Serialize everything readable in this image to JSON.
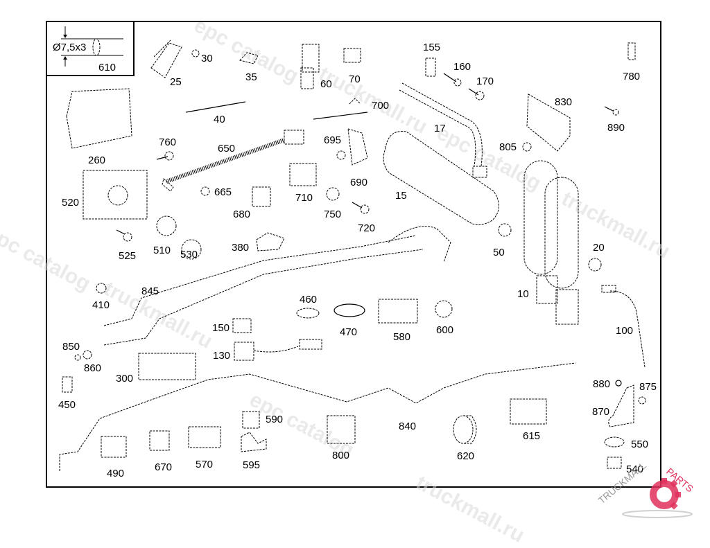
{
  "diagram": {
    "title": "Parts diagram",
    "inset": {
      "dimension_label": "Ø7,5x3",
      "part_number": "610"
    },
    "watermark_text": [
      "epc catalog",
      "truckmall.ru",
      "truckmall.ru epc catalog"
    ],
    "logo": {
      "text_top": "TRUCKMALL",
      "text_side": "PARTS",
      "accent_color": "#e0305c"
    },
    "parts": [
      {
        "id": "25"
      },
      {
        "id": "30"
      },
      {
        "id": "35"
      },
      {
        "id": "40"
      },
      {
        "id": "60"
      },
      {
        "id": "70"
      },
      {
        "id": "155"
      },
      {
        "id": "160"
      },
      {
        "id": "170"
      },
      {
        "id": "780"
      },
      {
        "id": "700"
      },
      {
        "id": "17"
      },
      {
        "id": "830"
      },
      {
        "id": "890"
      },
      {
        "id": "805"
      },
      {
        "id": "260"
      },
      {
        "id": "760"
      },
      {
        "id": "650"
      },
      {
        "id": "695"
      },
      {
        "id": "690"
      },
      {
        "id": "15"
      },
      {
        "id": "520"
      },
      {
        "id": "665"
      },
      {
        "id": "710"
      },
      {
        "id": "680"
      },
      {
        "id": "750"
      },
      {
        "id": "720"
      },
      {
        "id": "525"
      },
      {
        "id": "510"
      },
      {
        "id": "530"
      },
      {
        "id": "380"
      },
      {
        "id": "50"
      },
      {
        "id": "20"
      },
      {
        "id": "845"
      },
      {
        "id": "410"
      },
      {
        "id": "10"
      },
      {
        "id": "460"
      },
      {
        "id": "470"
      },
      {
        "id": "580"
      },
      {
        "id": "600"
      },
      {
        "id": "100"
      },
      {
        "id": "150"
      },
      {
        "id": "130"
      },
      {
        "id": "850"
      },
      {
        "id": "860"
      },
      {
        "id": "300"
      },
      {
        "id": "880"
      },
      {
        "id": "875"
      },
      {
        "id": "450"
      },
      {
        "id": "870"
      },
      {
        "id": "590"
      },
      {
        "id": "840"
      },
      {
        "id": "615"
      },
      {
        "id": "550"
      },
      {
        "id": "490"
      },
      {
        "id": "670"
      },
      {
        "id": "570"
      },
      {
        "id": "595"
      },
      {
        "id": "800"
      },
      {
        "id": "620"
      },
      {
        "id": "540"
      }
    ]
  }
}
